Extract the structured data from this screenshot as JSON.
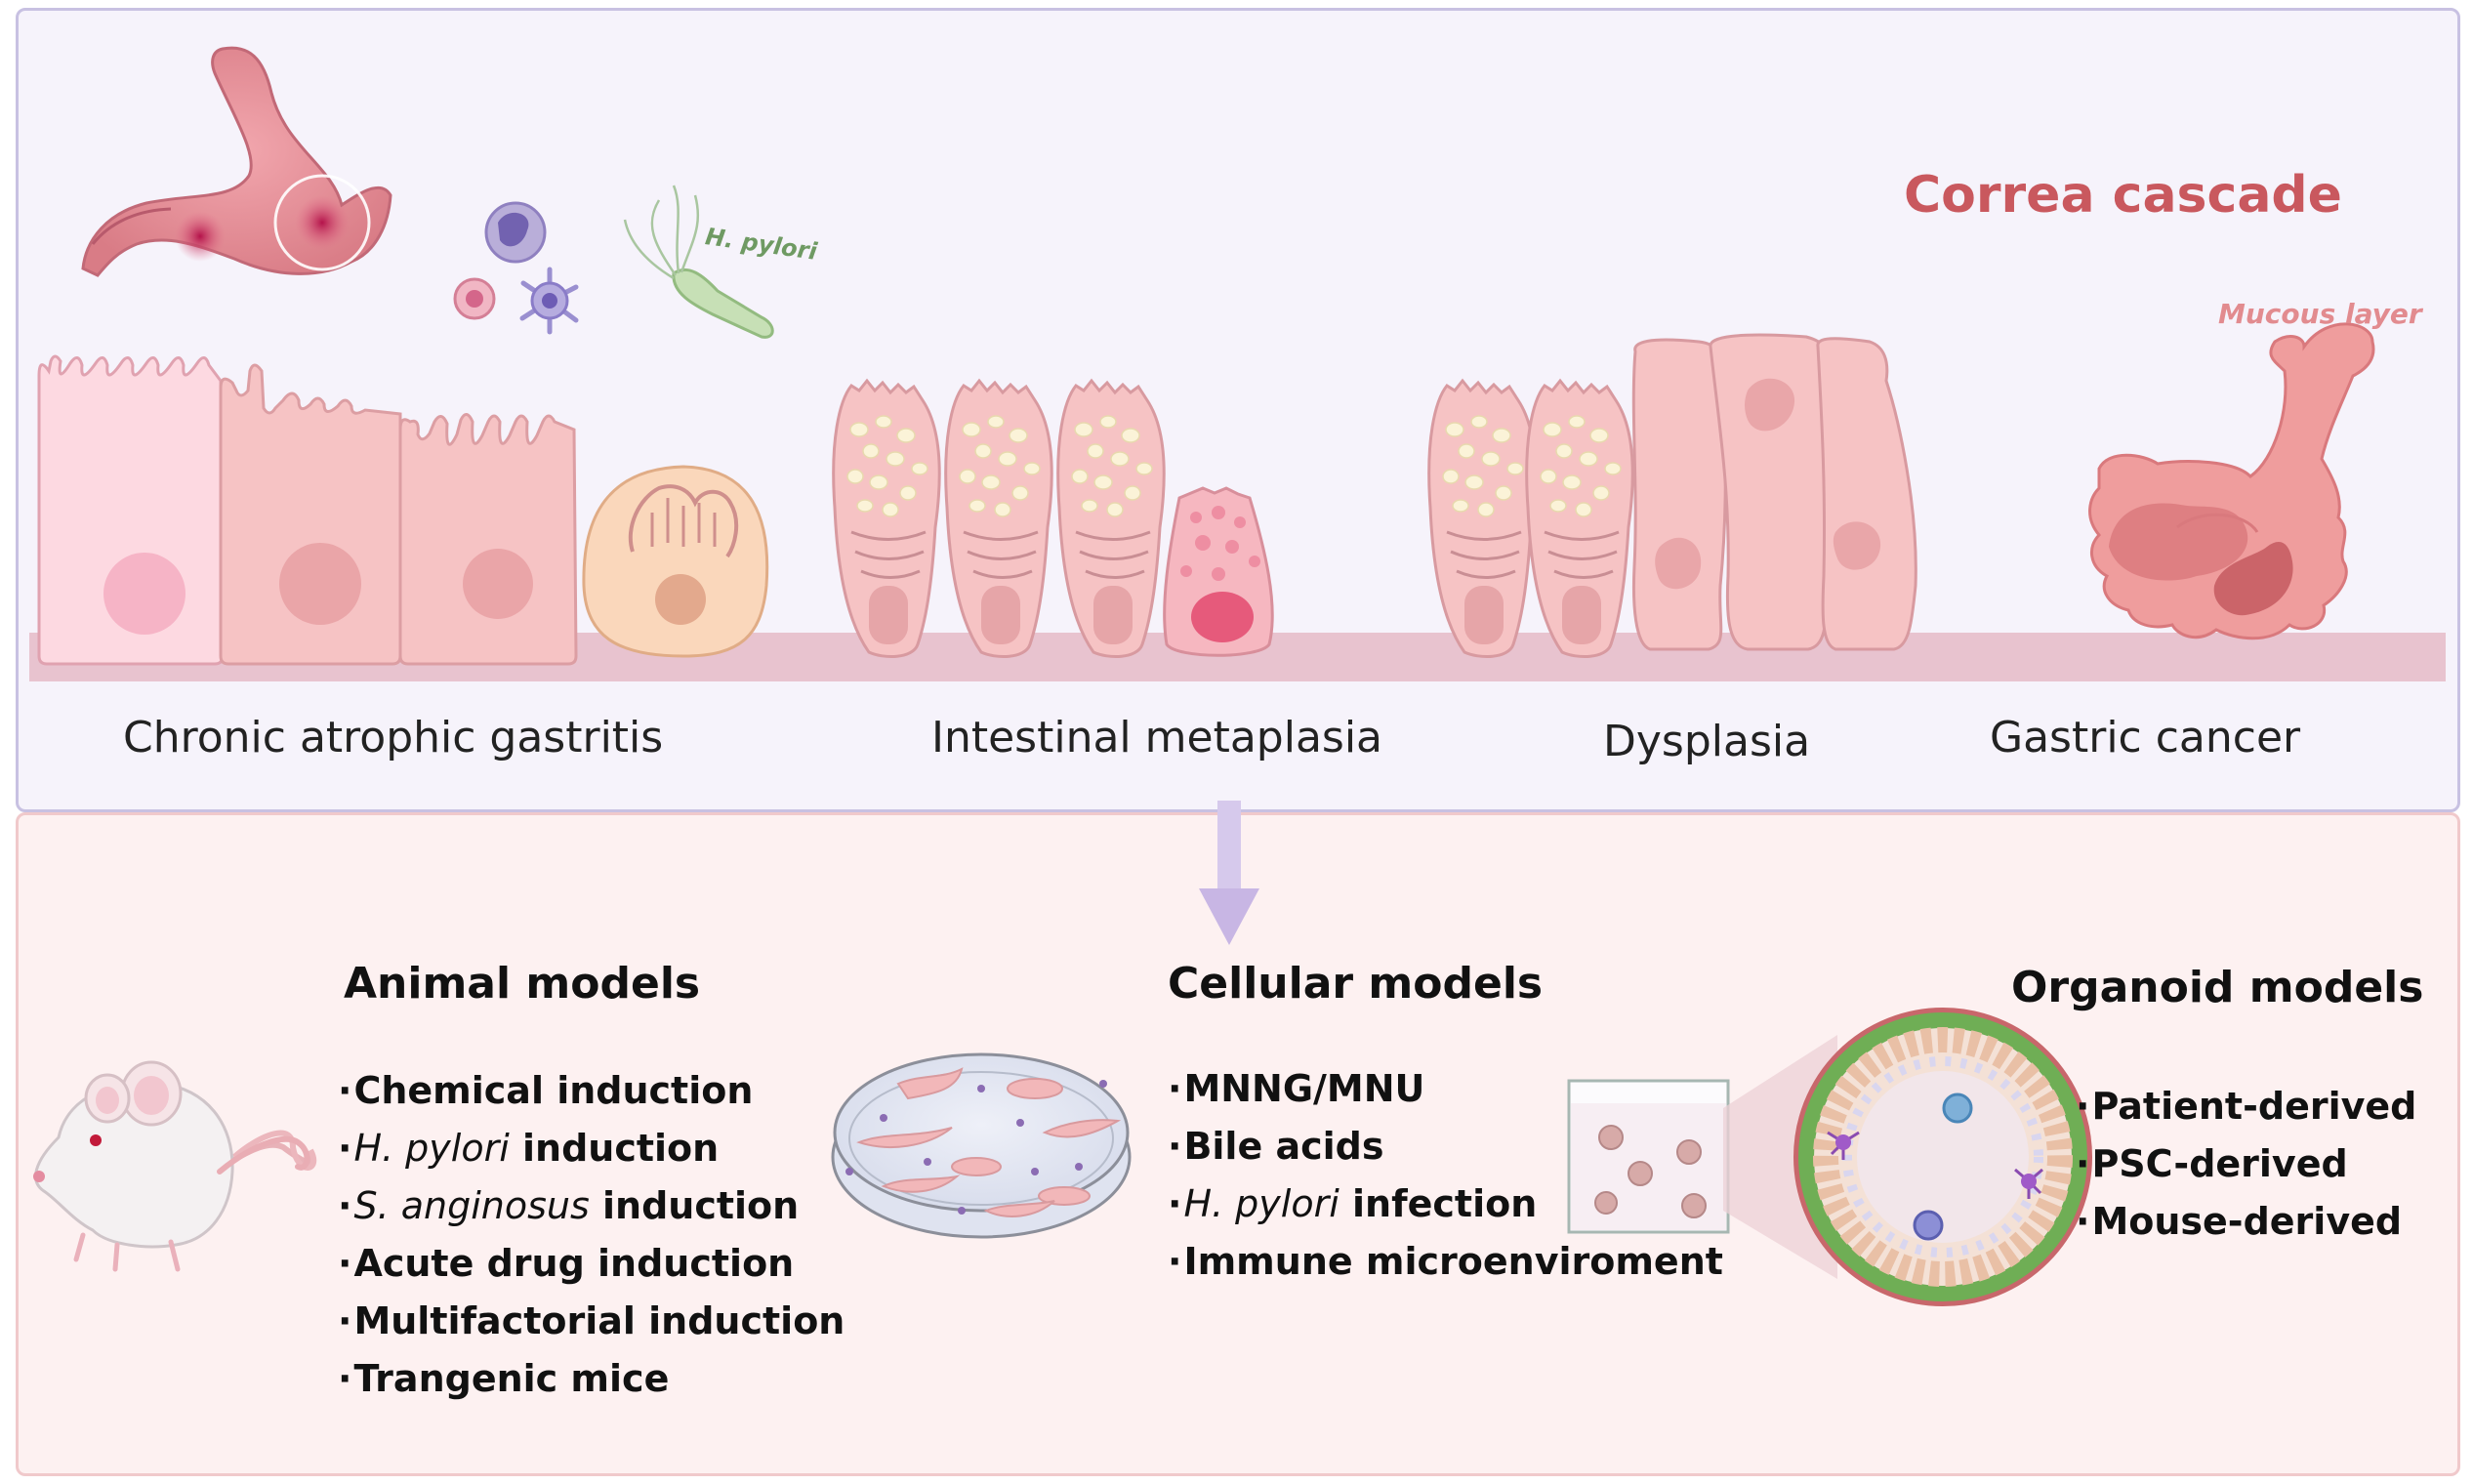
{
  "cascade": {
    "title": "Correa cascade",
    "mucous_label": "Mucous layer",
    "hpylori_label": "H. pylori",
    "stages": [
      "Chronic atrophic gastritis",
      "Intestinal metaplasia",
      "Dysplasia",
      "Gastric cancer"
    ]
  },
  "models": {
    "animal": {
      "title": "Animal models",
      "items": [
        {
          "em": "",
          "text": "Chemical induction"
        },
        {
          "em": "H. pylori",
          "text": " induction"
        },
        {
          "em": "S. anginosus",
          "text": " induction"
        },
        {
          "em": "",
          "text": "Acute drug induction"
        },
        {
          "em": "",
          "text": "Multifactorial induction"
        },
        {
          "em": "",
          "text": "Trangenic mice"
        }
      ]
    },
    "cellular": {
      "title": "Cellular models",
      "items": [
        {
          "em": "",
          "text": "MNNG/MNU"
        },
        {
          "em": "",
          "text": "Bile acids"
        },
        {
          "em": "H. pylori",
          "text": " infection"
        },
        {
          "em": "",
          "text": "Immune microenviroment"
        }
      ]
    },
    "organoid": {
      "title": "Organoid models",
      "items": [
        {
          "em": "",
          "text": "Patient-derived"
        },
        {
          "em": "",
          "text": "PSC-derived"
        },
        {
          "em": "",
          "text": "Mouse-derived"
        }
      ]
    }
  },
  "colors": {
    "cascade_title": "#c9585e",
    "top_panel_bg": "#f6f3fb",
    "bottom_panel_bg": "#fdf1f1",
    "basement": "#e8c3cf",
    "arrow": "#c8b6e4"
  }
}
